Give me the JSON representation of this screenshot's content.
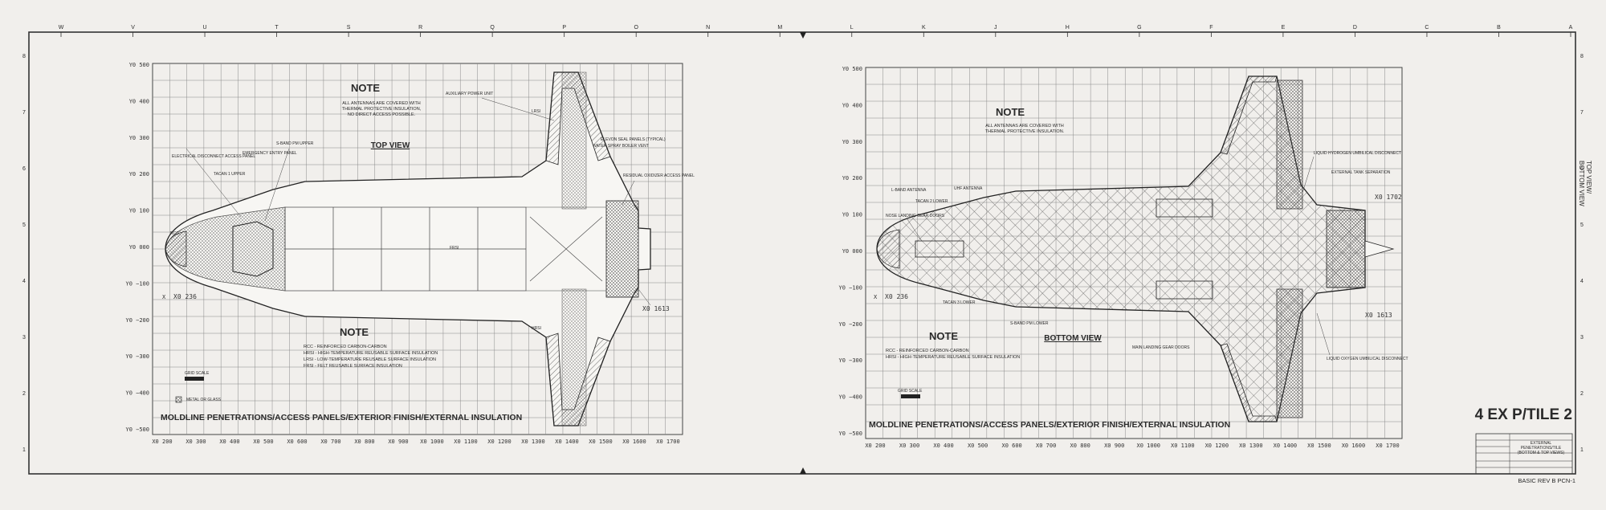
{
  "border_letters": [
    "W",
    "V",
    "U",
    "T",
    "S",
    "R",
    "Q",
    "P",
    "O",
    "N",
    "M",
    "L",
    "K",
    "J",
    "H",
    "G",
    "F",
    "E",
    "D",
    "C",
    "B",
    "A"
  ],
  "border_numbers": [
    "8",
    "7",
    "6",
    "5",
    "4",
    "3",
    "2",
    "1"
  ],
  "top_panel": {
    "view_label": "TOP VIEW",
    "note_title": "NOTE",
    "note_text": [
      "ALL ANTENNAS ARE COVERED WITH",
      "THERMAL PROTECTIVE INSULATION,",
      "NO DIRECT ACCESS POSSIBLE."
    ],
    "note2_title": "NOTE",
    "note2_text": [
      "RCC - REINFORCED CARBON-CARBON",
      "HRSI - HIGH-TEMPERATURE REUSABLE SURFACE INSULATION",
      "LRSI - LOW-TEMPERATURE REUSABLE SURFACE INSULATION",
      "FRSI - FELT REUSABLE SURFACE INSULATION"
    ],
    "caption": "MOLDLINE PENETRATIONS/ACCESS PANELS/EXTERIOR FINISH/EXTERNAL INSULATION",
    "y_ticks": [
      "Y0 500",
      "Y0 400",
      "Y0 300",
      "Y0 200",
      "Y0 100",
      "Y0 000",
      "Y0 −100",
      "Y0 −200",
      "Y0 −300",
      "Y0 −400",
      "Y0 −500"
    ],
    "x_ticks": [
      "X0 200",
      "X0 300",
      "X0 400",
      "X0 500",
      "X0 600",
      "X0 700",
      "X0 800",
      "X0 900",
      "X0 1000",
      "X0 1100",
      "X0 1200",
      "X0 1300",
      "X0 1400",
      "X0 1500",
      "X0 1600",
      "X0 1700"
    ],
    "station_fwd": "X0 236",
    "station_aft": "X0 1613",
    "callouts": [
      "ELECTRICAL DISCONNECT ACCESS PANEL",
      "TACAN 1 UPPER",
      "S-BAND PM UPPER",
      "EMERGENCY ENTRY PANEL",
      "AUXILIARY POWER UNIT",
      "ELEVON SEAL PANELS (TYPICAL)",
      "WATER SPRAY BOILER VENT",
      "RESIDUAL OXIDIZER ACCESS PANEL",
      "METAL OR GLASS",
      "FRSI",
      "LRSI",
      "HRSI",
      "RCC"
    ],
    "legend_scale": "GRID SCALE"
  },
  "bottom_panel": {
    "view_label": "BOTTOM VIEW",
    "note_title": "NOTE",
    "note_text": [
      "ALL ANTENNAS ARE COVERED WITH",
      "THERMAL PROTECTIVE INSULATION."
    ],
    "note2_title": "NOTE",
    "note2_text": [
      "RCC - REINFORCED CARBON-CARBON",
      "HRSI - HIGH-TEMPERATURE REUSABLE SURFACE INSULATION"
    ],
    "caption": "MOLDLINE PENETRATIONS/ACCESS PANELS/EXTERIOR FINISH/EXTERNAL INSULATION",
    "y_ticks": [
      "Y0 500",
      "Y0 400",
      "Y0 300",
      "Y0 200",
      "Y0 100",
      "Y0 000",
      "Y0 −100",
      "Y0 −200",
      "Y0 −300",
      "Y0 −400",
      "Y0 −500"
    ],
    "x_ticks": [
      "X0 200",
      "X0 300",
      "X0 400",
      "X0 500",
      "X0 600",
      "X0 700",
      "X0 800",
      "X0 900",
      "X0 1000",
      "X0 1100",
      "X0 1200",
      "X0 1300",
      "X0 1400",
      "X0 1500",
      "X0 1600",
      "X0 1700"
    ],
    "station_fwd": "X0 236",
    "station_aft": "X0 1613",
    "station_tail": "X0 1702",
    "callouts": [
      "NOSE LANDING GEAR DOORS",
      "L-BAND ANTENNA",
      "UHF ANTENNA",
      "TACAN 2 LOWER",
      "TACAN 3 LOWER",
      "S-BAND PM LOWER",
      "MAIN LANDING GEAR DOORS",
      "LIQUID HYDROGEN UMBILICAL DISCONNECT",
      "EXTERNAL TANK SEPARATION",
      "LIQUID OXYGEN UMBILICAL DISCONNECT"
    ],
    "legend_scale": "GRID SCALE"
  },
  "side_label": [
    "TOP VIEW/",
    "BOTTOM VIEW"
  ],
  "sheet_id": "4 EX P/TILE 2",
  "title_block": [
    "EXTERNAL",
    "PENETRATIONS/TILE",
    "(BOTTOM & TOP VIEWS)"
  ],
  "revision": "BASIC REV B PCN-1"
}
